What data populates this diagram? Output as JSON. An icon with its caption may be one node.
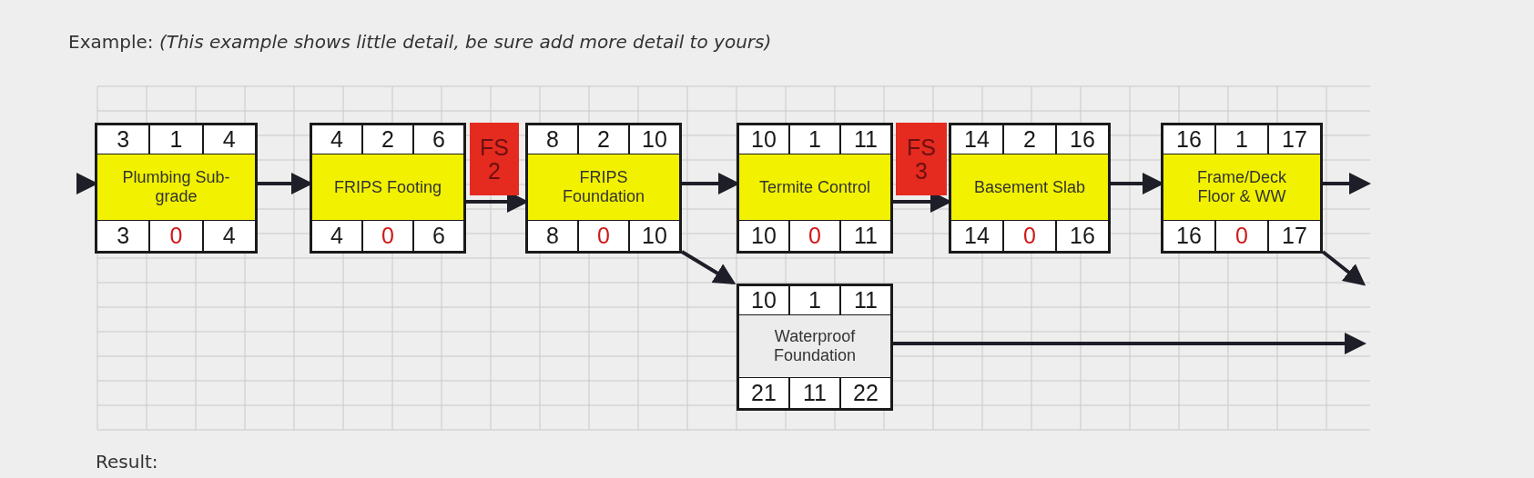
{
  "diagram": {
    "title": "Example: *(This example shows little detail, be sure add more detail to yours)*",
    "nodes": [
      {
        "text": [
          "3",
          "1",
          "4",
          "Plumbing Sub-grade",
          "3",
          "0",
          "4"
        ]
      },
      {
        "text": [
          "4",
          "2",
          "6",
          "FRIPS Footing",
          "4",
          "0",
          "6"
        ]
      },
      {
        "text": [
          "FS 2"
        ]
      },
      {
        "text": [
          "8",
          "2",
          "10",
          "FRIPS Foundation",
          "8",
          "0",
          "10"
        ]
      },
      {
        "text": [
          "10",
          "1",
          "11",
          "Termite Control",
          "10",
          "0",
          "11"
        ]
      },
      {
        "text": [
          "FS 3"
        ]
      },
      {
        "text": [
          "14",
          "2",
          "16",
          "Basement Slab",
          "14",
          "0",
          "16"
        ]
      },
      {
        "text": [
          "16",
          "1",
          "17",
          "Frame/Deck Floor & WW",
          "16",
          "0",
          "17"
        ]
      },
      {
        "text": [
          "10",
          "1",
          "11",
          "Waterproof Foundation",
          "21",
          "11",
          "22"
        ]
      }
    ],
    "edges": [
      {
        "from": null,
        "to": 0,
        "arrow": "to"
      },
      {
        "from": 0,
        "to": 1,
        "arrow": "to"
      },
      {
        "from": 1,
        "to": 3,
        "arrow": "to"
      },
      {
        "from": 3,
        "to": 4,
        "arrow": "to"
      },
      {
        "from": 3,
        "to": 8,
        "arrow": "to"
      },
      {
        "from": 4,
        "to": 6,
        "arrow": "to"
      },
      {
        "from": 6,
        "to": 7,
        "arrow": "to"
      },
      {
        "from": 7,
        "to": null,
        "arrow": "to"
      },
      {
        "from": 7,
        "to": null,
        "arrow": "to"
      },
      {
        "from": 8,
        "to": null,
        "arrow": "to"
      }
    ],
    "labels": [
      "Result:"
    ]
  }
}
